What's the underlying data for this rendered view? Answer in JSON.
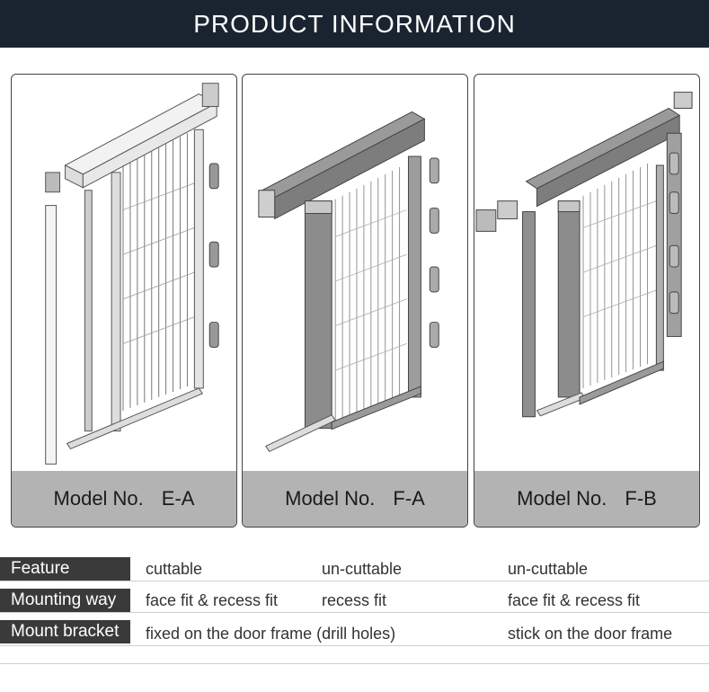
{
  "header": {
    "title": "PRODUCT INFORMATION"
  },
  "models": [
    {
      "prefix": "Model No.",
      "code": "E-A"
    },
    {
      "prefix": "Model No.",
      "code": "F-A"
    },
    {
      "prefix": "Model No.",
      "code": "F-B"
    }
  ],
  "specs": {
    "feature": {
      "label": "Feature",
      "values": [
        "cuttable",
        "un-cuttable",
        "un-cuttable"
      ]
    },
    "mounting": {
      "label": "Mounting way",
      "values": [
        "face fit & recess fit",
        "recess fit",
        "face fit & recess fit"
      ]
    },
    "bracket": {
      "label": "Mount bracket",
      "values": [
        "fixed on the door frame (drill holes)",
        "stick on the door frame"
      ]
    }
  },
  "colors": {
    "header_bg": "#1a2431",
    "caption_bg": "#b3b3b3",
    "label_bg": "#3a3a3a"
  }
}
